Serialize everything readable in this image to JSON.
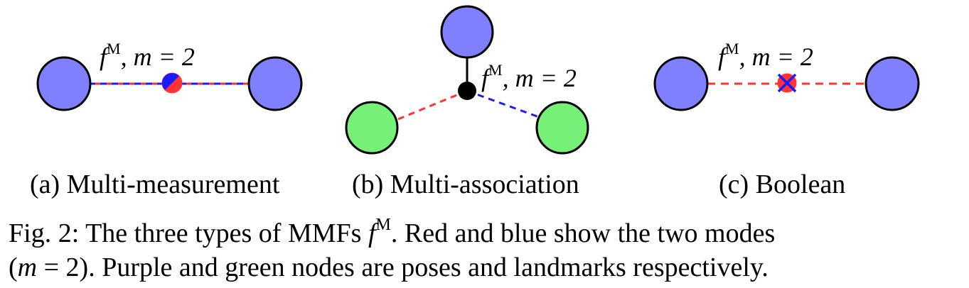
{
  "colors": {
    "pose_node": "#8080ff",
    "landmark_node": "#77f077",
    "mode_red": "#ff3333",
    "mode_blue": "#1a1aff",
    "outline": "#000000"
  },
  "panels": [
    {
      "caption": "(a) Multi-measurement",
      "factor_label": {
        "f": "f",
        "sup": "M",
        "rest": ", m = 2"
      }
    },
    {
      "caption": "(b) Multi-association",
      "factor_label": {
        "f": "f",
        "sup": "M",
        "rest": ", m = 2"
      }
    },
    {
      "caption": "(c) Boolean",
      "factor_label": {
        "f": "f",
        "sup": "M",
        "rest": ", m = 2"
      }
    }
  ],
  "figure_caption": {
    "line1_prefix": "Fig. 2: The three types of MMFs ",
    "line1_f": "f",
    "line1_sup": "M",
    "line1_suffix": ". Red and blue show the two modes",
    "line2_open": "(",
    "line2_m": "m",
    "line2_eq": " = 2",
    "line2_suffix": "). Purple and green nodes are poses and landmarks respectively."
  }
}
